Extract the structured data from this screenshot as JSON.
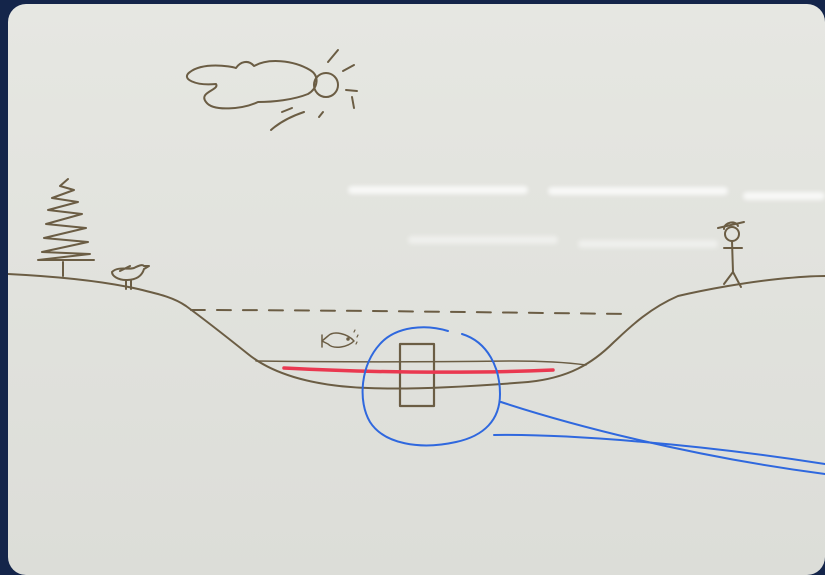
{
  "scene": {
    "description_elements": [
      "tree",
      "bird",
      "sun",
      "cloud",
      "fisherman",
      "fish",
      "lake-basin",
      "water-surface",
      "sediment-layer",
      "magnifier-loop",
      "core-sample"
    ]
  },
  "colors": {
    "frame": "#14254a",
    "board": "#e4e5e0",
    "marker_brown": "#6b5d44",
    "marker_red": "#ea3850",
    "marker_blue": "#2f68de"
  }
}
